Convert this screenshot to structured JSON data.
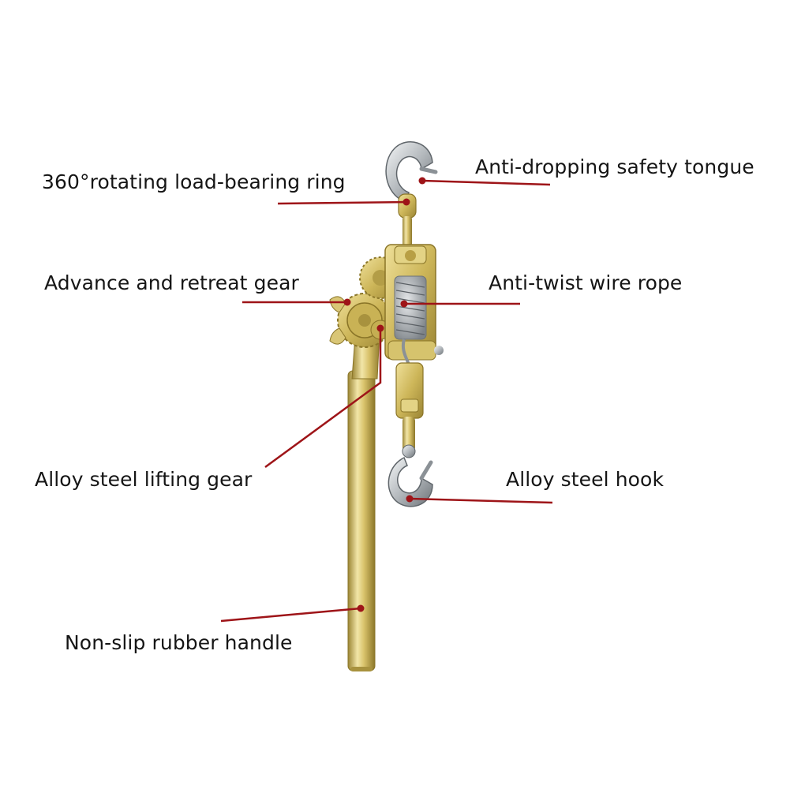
{
  "colors": {
    "callout": "#9e1418",
    "gold_light": "#f0e29a",
    "gold_mid": "#cdb659",
    "gold_dark": "#8f7a2c",
    "steel_light": "#eceff1",
    "steel_mid": "#b4b9bd",
    "steel_dark": "#6c7277",
    "label_text": "#151515"
  },
  "labels": {
    "ring": "360°rotating load-bearing ring",
    "tongue": "Anti-dropping safety tongue",
    "advance_gear": "Advance and retreat gear",
    "wire_rope": "Anti-twist wire rope",
    "lifting_gear": "Alloy steel lifting gear",
    "hook": "Alloy steel hook",
    "handle": "Non-slip rubber handle"
  }
}
